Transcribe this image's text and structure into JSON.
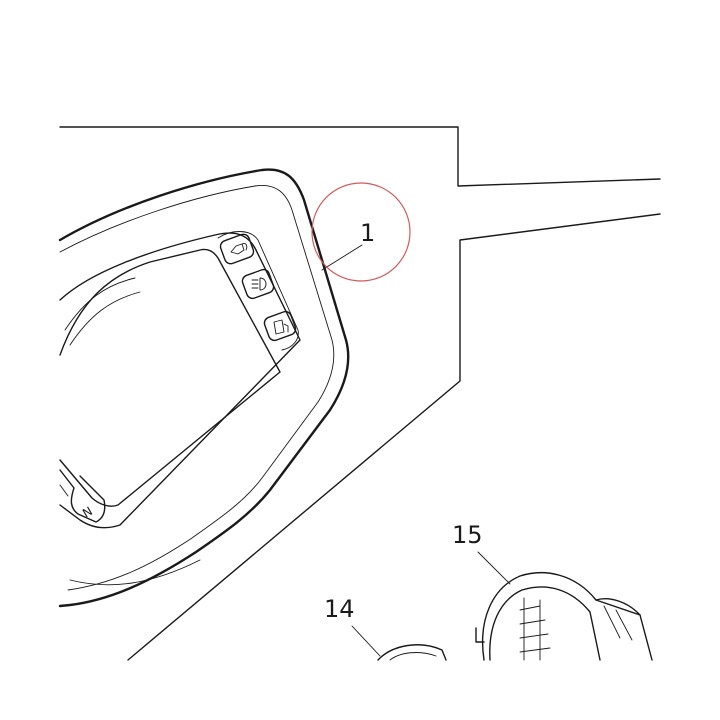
{
  "callouts": [
    {
      "label": "1",
      "highlighted": true
    },
    {
      "label": "15",
      "highlighted": false
    },
    {
      "label": "14",
      "highlighted": false
    }
  ],
  "display": {
    "gear_indicator": "N"
  },
  "indicators": [
    "horn-icon",
    "headlight-icon",
    "fuel-pump-icon"
  ],
  "colors": {
    "line": "#1a1a1a",
    "highlight_circle": "#d45a5a",
    "background": "#ffffff"
  }
}
